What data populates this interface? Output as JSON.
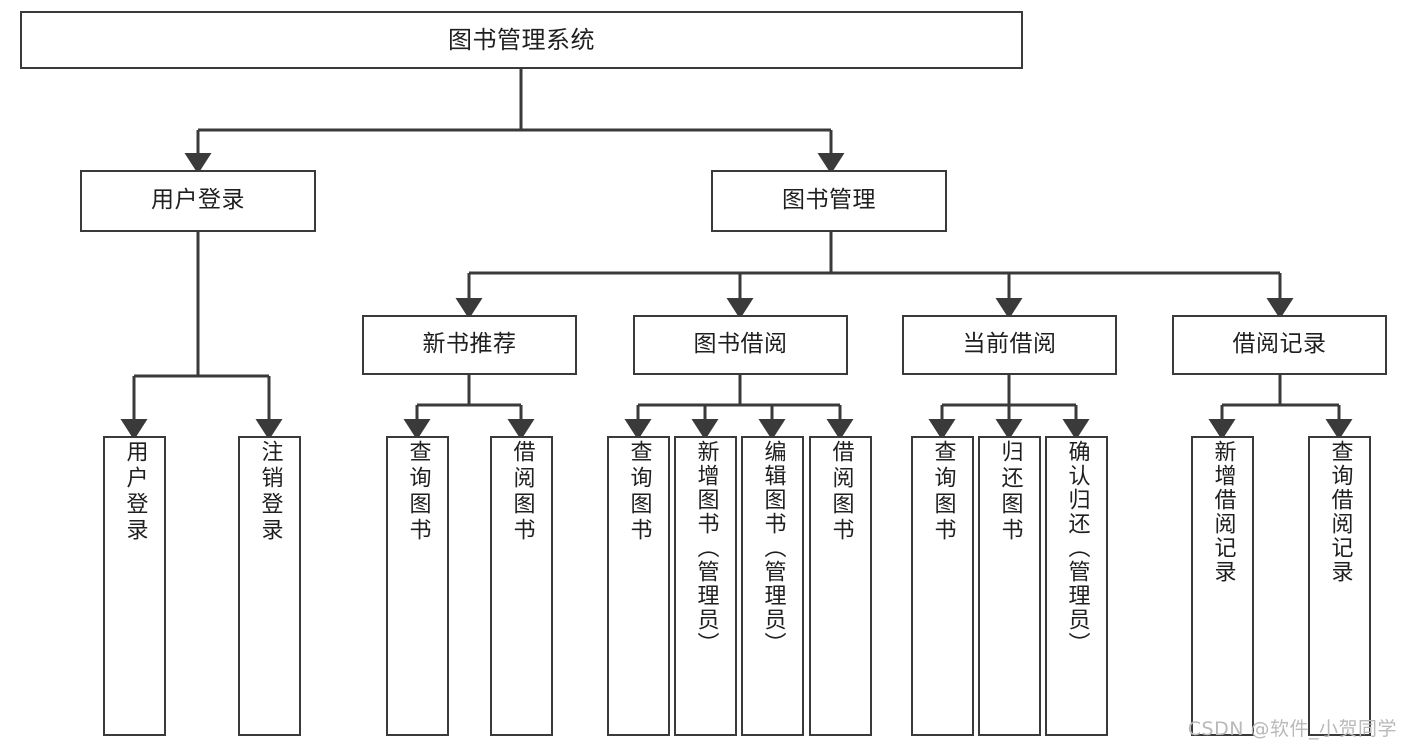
{
  "diagram": {
    "title": "图书管理系统",
    "watermark": "CSDN @软件_小贺同学",
    "stroke_color": "#3a3a3a",
    "background_color": "#ffffff",
    "text_color": "#1f1f1f",
    "levels": {
      "root": {
        "label": "图书管理系统"
      },
      "level1": [
        {
          "label": "用户登录"
        },
        {
          "label": "图书管理"
        }
      ],
      "level2": [
        {
          "label": "新书推荐"
        },
        {
          "label": "图书借阅"
        },
        {
          "label": "当前借阅"
        },
        {
          "label": "借阅记录"
        }
      ],
      "leaves": {
        "user_login": [
          {
            "label": "用户登录"
          },
          {
            "label": "注销登录"
          }
        ],
        "new_book_recommend": [
          {
            "label": "查询图书"
          },
          {
            "label": "借阅图书"
          }
        ],
        "book_borrow": [
          {
            "label": "查询图书"
          },
          {
            "label": "新增图书（管理员）"
          },
          {
            "label": "编辑图书（管理员）"
          },
          {
            "label": "借阅图书"
          }
        ],
        "current_borrow": [
          {
            "label": "查询图书"
          },
          {
            "label": "归还图书"
          },
          {
            "label": "确认归还（管理员）"
          }
        ],
        "borrow_record": [
          {
            "label": "新增借阅记录"
          },
          {
            "label": "查询借阅记录"
          }
        ]
      }
    }
  }
}
